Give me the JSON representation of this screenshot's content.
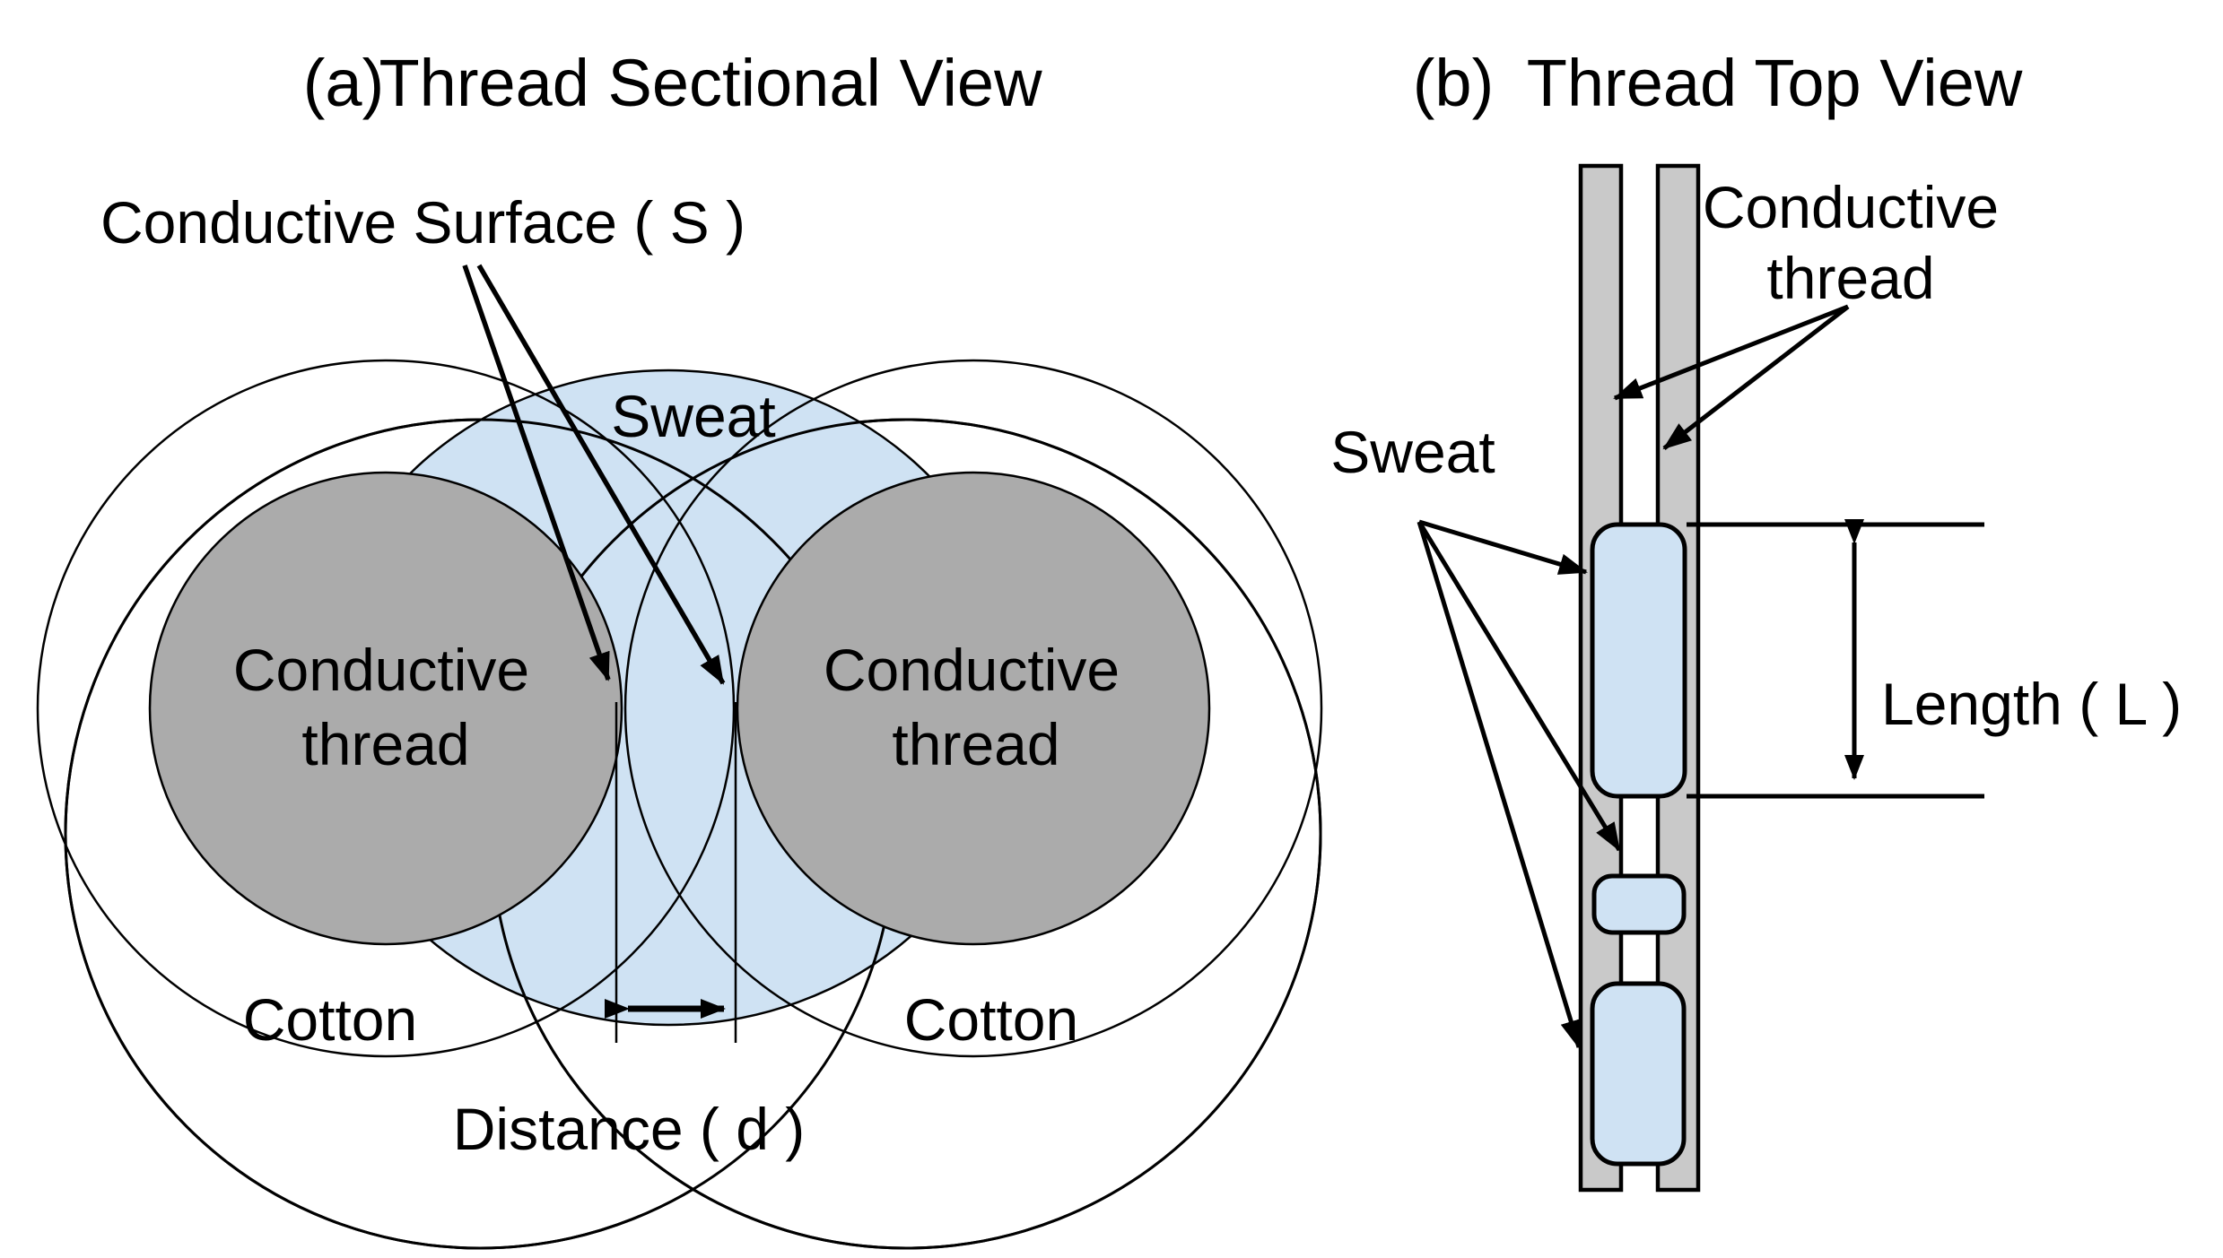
{
  "panel_a": {
    "index": "(a)",
    "title": "Thread Sectional View",
    "labels": {
      "conductive_surface": "Conductive Surface ( S )",
      "sweat": "Sweat",
      "conductive_thread_line1": "Conductive",
      "conductive_thread_line2": "thread",
      "cotton_left": "Cotton",
      "cotton_right": "Cotton",
      "distance": "Distance ( d )"
    }
  },
  "panel_b": {
    "index": "(b)",
    "title": "Thread Top View",
    "labels": {
      "conductive_thread_line1": "Conductive",
      "conductive_thread_line2": "thread",
      "sweat": "Sweat",
      "length": "Length ( L )"
    }
  },
  "colors": {
    "sweat_fill": "#cfe2f3",
    "thread_gray_sectional": "#ababab",
    "thread_gray_top": "#c9c9c9",
    "outline": "#000000",
    "background": "#ffffff"
  }
}
